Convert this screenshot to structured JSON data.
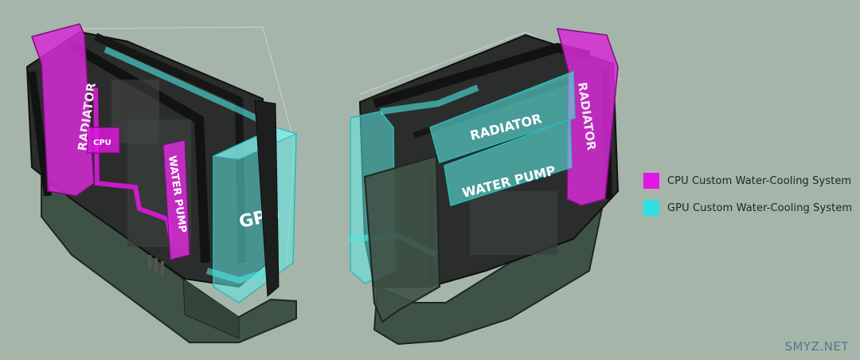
{
  "diagram": {
    "left_case": {
      "radiator_label": "RADIATOR",
      "cpu_label": "CPU",
      "water_pump_label": "WATER PUMP",
      "gpu_label": "GPU"
    },
    "right_case": {
      "radiator_label": "RADIATOR",
      "radiator_panel_label": "RADIATOR",
      "water_pump_label": "WATER PUMP"
    }
  },
  "legend": {
    "items": [
      {
        "label": "CPU Custom Water-Cooling System",
        "color": "#e516e5"
      },
      {
        "label": "GPU Custom Water-Cooling System",
        "color": "#2ae0e0"
      }
    ]
  },
  "colors": {
    "background": "#a6b5aa",
    "case_base": "#3f5246",
    "frame": "#1b1d1c",
    "cpu_loop": "#e516e5",
    "gpu_loop": "#4fe6e3"
  },
  "watermark": "SMYZ.NET"
}
